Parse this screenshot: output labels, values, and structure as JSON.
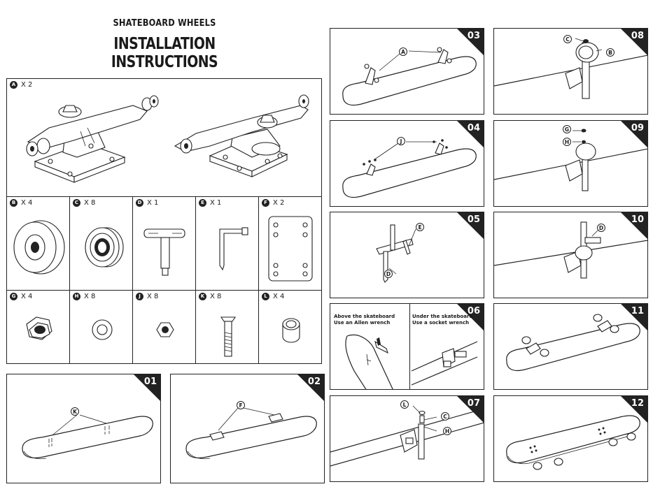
{
  "header": {
    "subtitle": "SHATEBOARD WHEELS",
    "title": "INSTALLATION INSTRUCTIONS"
  },
  "parts": [
    {
      "letter": "A",
      "qty": "X 2"
    },
    {
      "letter": "B",
      "qty": "X 4"
    },
    {
      "letter": "C",
      "qty": "X 8"
    },
    {
      "letter": "D",
      "qty": "X 1"
    },
    {
      "letter": "E",
      "qty": "X 1"
    },
    {
      "letter": "F",
      "qty": "X 2"
    },
    {
      "letter": "G",
      "qty": "X 4"
    },
    {
      "letter": "H",
      "qty": "X 8"
    },
    {
      "letter": "J",
      "qty": "X 8"
    },
    {
      "letter": "K",
      "qty": "X 8"
    },
    {
      "letter": "L",
      "qty": "X 4"
    }
  ],
  "steps": [
    {
      "num": "01",
      "callouts": [
        "K"
      ]
    },
    {
      "num": "02",
      "callouts": [
        "F"
      ]
    },
    {
      "num": "03",
      "callouts": [
        "A"
      ]
    },
    {
      "num": "04",
      "callouts": [
        "J"
      ]
    },
    {
      "num": "05",
      "callouts": [
        "E",
        "D"
      ]
    },
    {
      "num": "06",
      "callouts": []
    },
    {
      "num": "07",
      "callouts": [
        "L",
        "C",
        "H"
      ]
    },
    {
      "num": "08",
      "callouts": [
        "C",
        "B"
      ]
    },
    {
      "num": "09",
      "callouts": [
        "G",
        "H"
      ]
    },
    {
      "num": "10",
      "callouts": [
        "D"
      ]
    },
    {
      "num": "11",
      "callouts": []
    },
    {
      "num": "12",
      "callouts": []
    }
  ],
  "step06_notes": {
    "left_line1": "Above the skateboard",
    "left_line2": "Use an Allen wrench",
    "right_line1": "Under the skateboard",
    "right_line2": "Use a socket wrench"
  },
  "colors": {
    "ink": "#222222",
    "background": "#ffffff"
  }
}
